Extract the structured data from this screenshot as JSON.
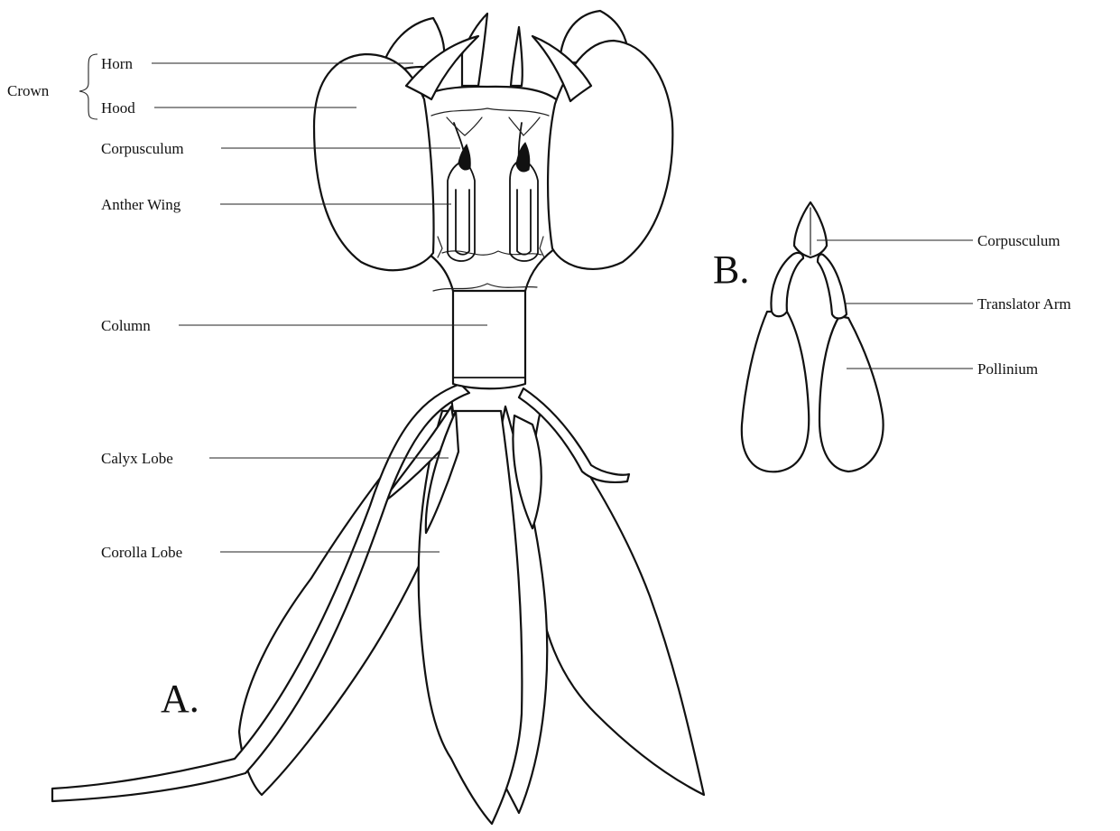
{
  "figure_a": {
    "panel_label": "A.",
    "group_label": "Crown",
    "labels": {
      "horn": "Horn",
      "hood": "Hood",
      "corpusculum": "Corpusculum",
      "anther_wing": "Anther Wing",
      "column": "Column",
      "calyx_lobe": "Calyx Lobe",
      "corolla_lobe": "Corolla Lobe"
    }
  },
  "figure_b": {
    "panel_label": "B.",
    "labels": {
      "corpusculum": "Corpusculum",
      "translator_arm": "Translator Arm",
      "pollinium": "Pollinium"
    }
  }
}
